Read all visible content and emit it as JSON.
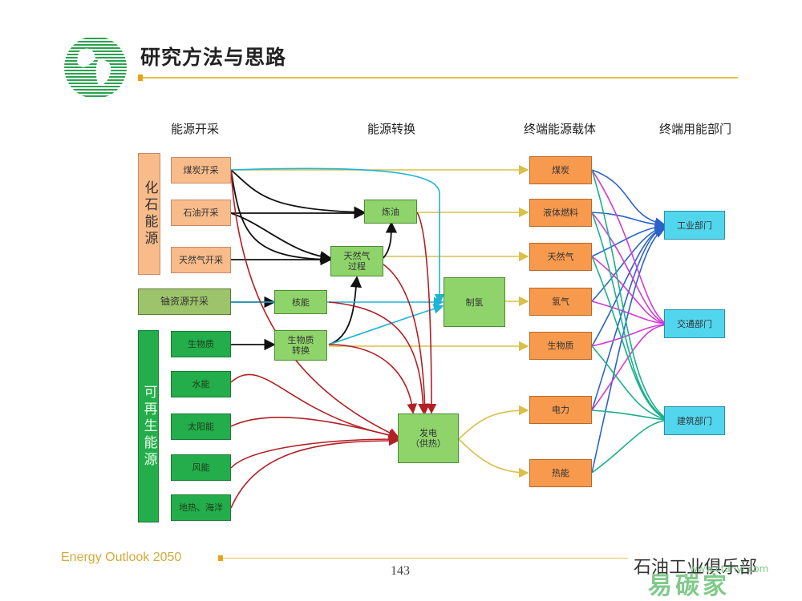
{
  "title": "研究方法与思路",
  "headers": {
    "mining": "能源开采",
    "conversion": "能源转换",
    "carrier": "终端能源载体",
    "sector": "终端用能部门"
  },
  "groups": {
    "fossil": "化石能源",
    "nuclear": "铀资源开采",
    "renewable": "可再生能源"
  },
  "sources": {
    "coal": "煤炭开采",
    "oil": "石油开采",
    "gas": "天然气开采",
    "biomass": "生物质",
    "hydro": "水能",
    "solar": "太阳能",
    "wind": "风能",
    "geo": "地热、海洋"
  },
  "conversion": {
    "refining": "炼油",
    "gas_process": "天然气\n过程",
    "nuclear": "核能",
    "bio_conv": "生物质\n转换",
    "hydrogen": "制氢",
    "power": "发电\n（供热）"
  },
  "carriers": {
    "coal": "煤炭",
    "liquid": "液体燃料",
    "gas": "天然气",
    "hydrogen": "氢气",
    "biomass": "生物质",
    "power": "电力",
    "heat": "热能"
  },
  "sectors": {
    "industry": "工业部门",
    "transport": "交通部门",
    "building": "建筑部门"
  },
  "footer": {
    "report": "Energy Outlook 2050",
    "page": "143",
    "watermark": "石油工业俱乐部",
    "watermark2": "易碳家",
    "site": "www.ctanyi.com"
  },
  "colors": {
    "accent_line": "#e6c24a",
    "black_flow": "#111111",
    "red_flow": "#b21f24",
    "cyan_flow": "#1fb4d6",
    "yellow_flow": "#d8c04a",
    "blue_flow": "#2a63c8",
    "magenta_flow": "#d23ad6",
    "teal_flow": "#19b08a"
  }
}
